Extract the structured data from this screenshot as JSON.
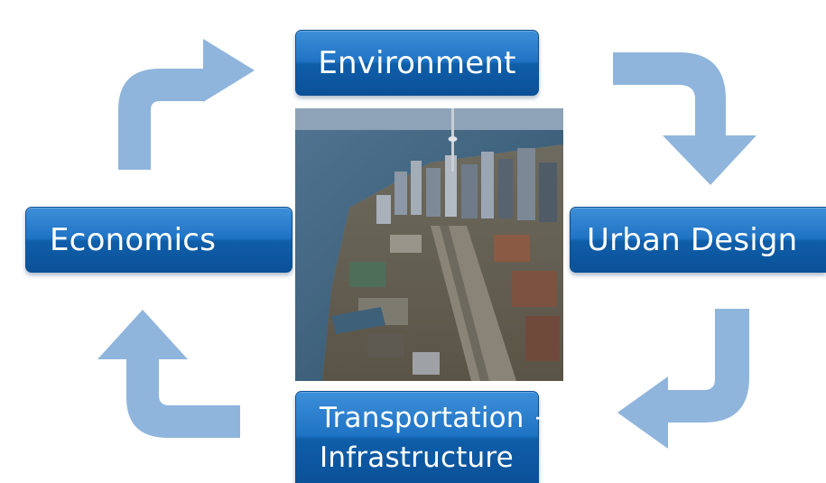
{
  "diagram": {
    "nodes": {
      "environment": "Environment",
      "economics": "Economics",
      "urban_design": "Urban Design",
      "transportation_line1": "Transportation +",
      "transportation_line2": "Infrastructure"
    },
    "photo": {
      "subject": "aerial-city-waterfront-photo"
    },
    "colors": {
      "node_top": "#3d8fd8",
      "node_bottom": "#0b5198",
      "arrow": "#8fb5dc",
      "text": "#ffffff"
    },
    "flow": [
      "economics",
      "environment",
      "urban_design",
      "transportation",
      "economics"
    ]
  }
}
